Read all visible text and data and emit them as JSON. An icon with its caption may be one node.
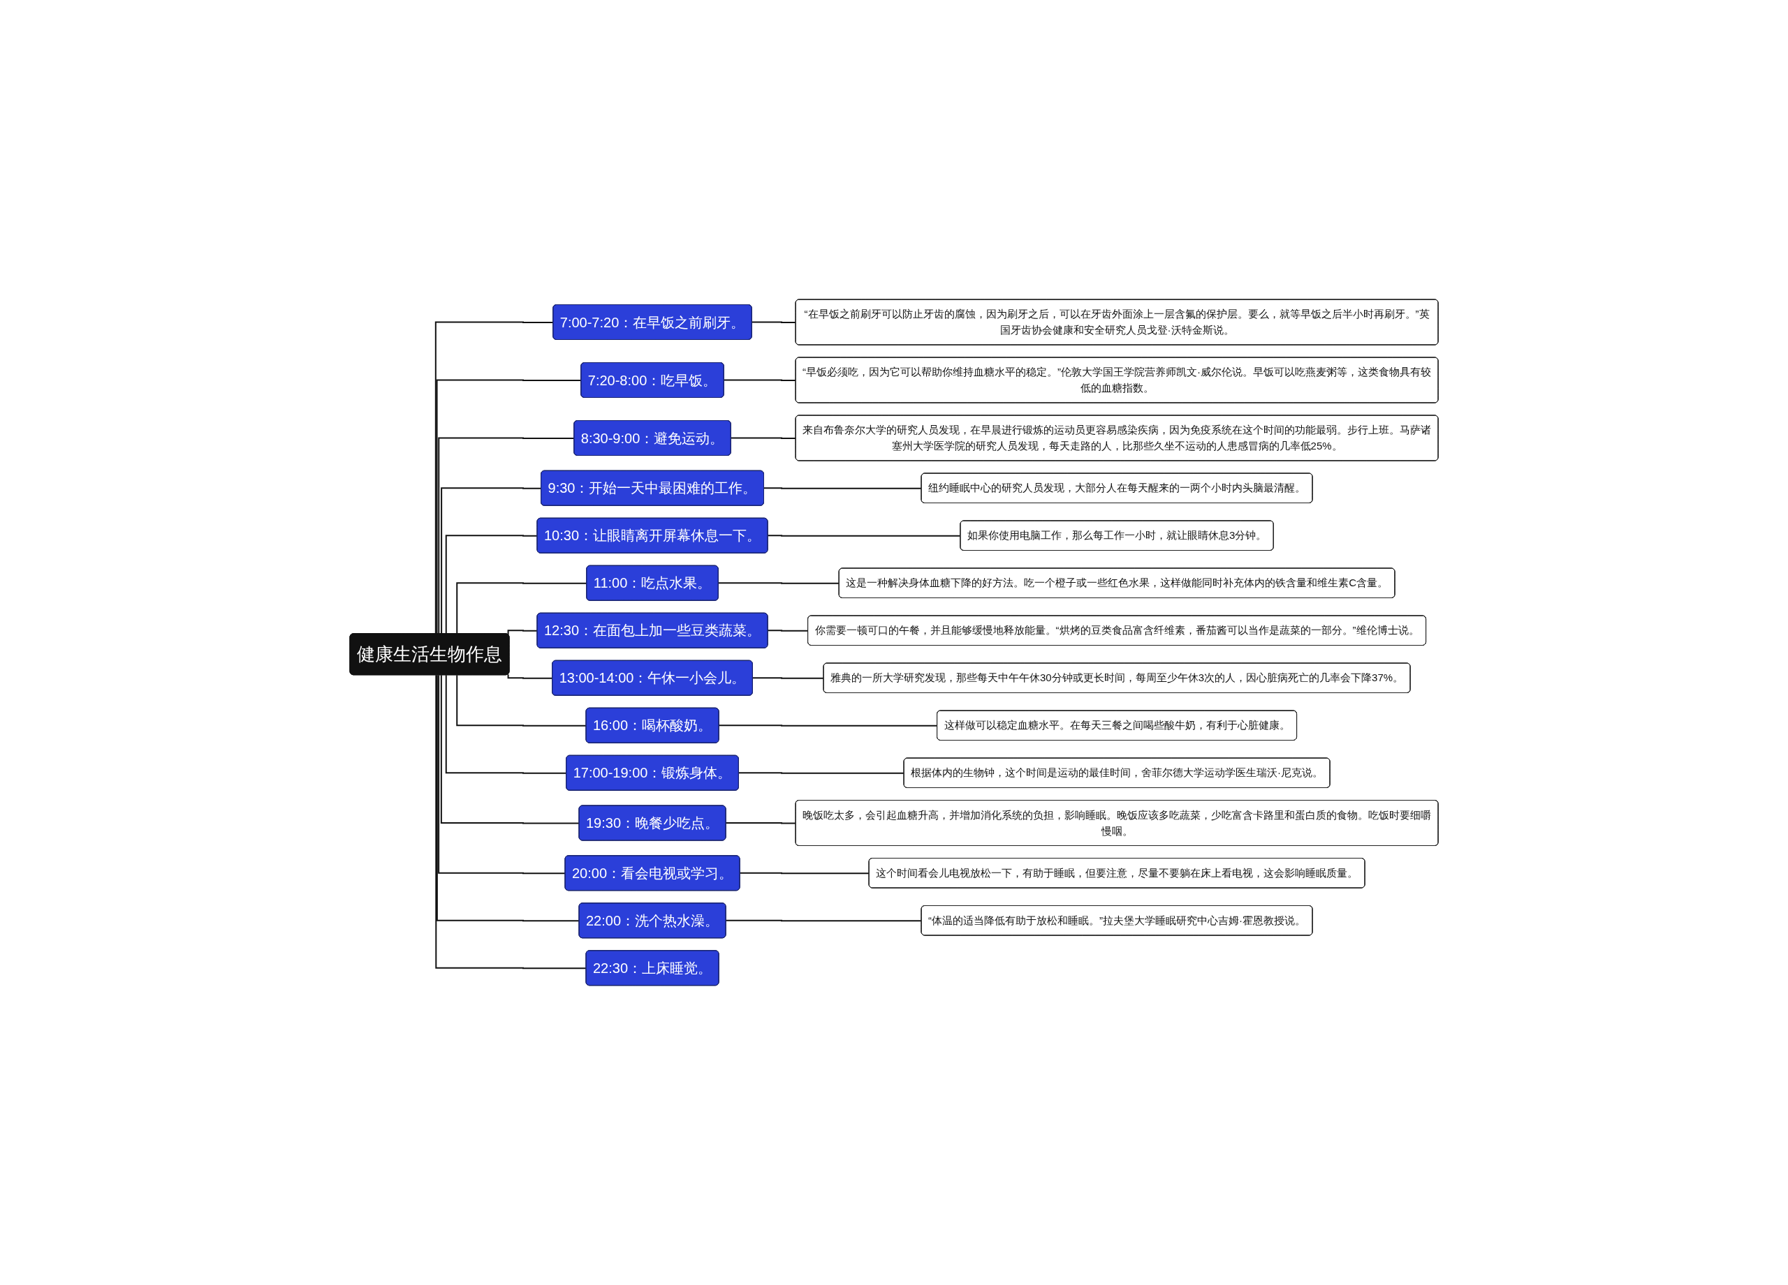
{
  "diagram": {
    "nodes": [
      {
        "text": [
          "健康生活生物作息"
        ]
      },
      {
        "text": [
          "7:00-7:20：在早饭之前刷牙。"
        ]
      },
      {
        "text": [
          "“在早饭之前刷牙可以防止牙齿的腐蚀，因为刷牙之后，可以在牙齿外面涂上一层含氟的保护层。要么，就等早饭之后半小时再刷牙。”英国牙齿协会健康和安全研究人员戈登·沃特金斯说。"
        ]
      },
      {
        "text": [
          "7:20-8:00：吃早饭。"
        ]
      },
      {
        "text": [
          "“早饭必须吃，因为它可以帮助你维持血糖水平的稳定。”伦敦大学国王学院营养师凯文·威尔伦说。早饭可以吃燕麦粥等，这类食物具有较低的血糖指数。"
        ]
      },
      {
        "text": [
          "8:30-9:00：避免运动。"
        ]
      },
      {
        "text": [
          "来自布鲁奈尔大学的研究人员发现，在早晨进行锻炼的运动员更容易感染疾病，因为免疫系统在这个时间的功能最弱。步行上班。马萨诸塞州大学医学院的研究人员发现，每天走路的人，比那些久坐不运动的人患感冒病的几率低25%。"
        ]
      },
      {
        "text": [
          "9:30：开始一天中最困难的工作。"
        ]
      },
      {
        "text": [
          "纽约睡眠中心的研究人员发现，大部分人在每天醒来的一两个小时内头脑最清醒。"
        ]
      },
      {
        "text": [
          "10:30：让眼睛离开屏幕休息一下。"
        ]
      },
      {
        "text": [
          "如果你使用电脑工作，那么每工作一小时，就让眼睛休息3分钟。"
        ]
      },
      {
        "text": [
          "11:00：吃点水果。"
        ]
      },
      {
        "text": [
          "这是一种解决身体血糖下降的好方法。吃一个橙子或一些红色水果，这样做能同时补充体内的铁含量和维生素C含量。"
        ]
      },
      {
        "text": [
          "12:30：在面包上加一些豆类蔬菜。"
        ]
      },
      {
        "text": [
          "你需要一顿可口的午餐，并且能够缓慢地释放能量。“烘烤的豆类食品富含纤维素，番茄酱可以当作是蔬菜的一部分。”维伦博士说。"
        ]
      },
      {
        "text": [
          "13:00-14:00：午休一小会儿。"
        ]
      },
      {
        "text": [
          "雅典的一所大学研究发现，那些每天中午午休30分钟或更长时间，每周至少午休3次的人，因心脏病死亡的几率会下降37%。"
        ]
      },
      {
        "text": [
          "16:00：喝杯酸奶。"
        ]
      },
      {
        "text": [
          "这样做可以稳定血糖水平。在每天三餐之间喝些酸牛奶，有利于心脏健康。"
        ]
      },
      {
        "text": [
          "17:00-19:00：锻炼身体。"
        ]
      },
      {
        "text": [
          "根据体内的生物钟，这个时间是运动的最佳时间，舍菲尔德大学运动学医生瑞沃·尼克说。"
        ]
      },
      {
        "text": [
          "19:30：晚餐少吃点。"
        ]
      },
      {
        "text": [
          "晚饭吃太多，会引起血糖升高，并增加消化系统的负担，影响睡眠。晚饭应该多吃蔬菜，少吃富含卡路里和蛋白质的食物。吃饭时要细嚼慢咽。"
        ]
      },
      {
        "text": [
          "20:00：看会电视或学习。"
        ]
      },
      {
        "text": [
          "这个时间看会儿电视放松一下，有助于睡眠，但要注意，尽量不要躺在床上看电视，这会影响睡眠质量。"
        ]
      },
      {
        "text": [
          "22:00：洗个热水澡。"
        ]
      },
      {
        "text": [
          "“体温的适当降低有助于放松和睡眠。”拉夫堡大学睡眠研究中心吉姆·霍恩教授说。"
        ]
      },
      {
        "text": [
          "22:30：上床睡觉。"
        ]
      }
    ],
    "edges": [
      {
        "from": 0,
        "to": 1,
        "arrow": "none"
      },
      {
        "from": 1,
        "to": 2,
        "arrow": "none"
      },
      {
        "from": 0,
        "to": 3,
        "arrow": "none"
      },
      {
        "from": 3,
        "to": 4,
        "arrow": "none"
      },
      {
        "from": 0,
        "to": 5,
        "arrow": "none"
      },
      {
        "from": 5,
        "to": 6,
        "arrow": "none"
      },
      {
        "from": 0,
        "to": 7,
        "arrow": "none"
      },
      {
        "from": 7,
        "to": 8,
        "arrow": "none"
      },
      {
        "from": 0,
        "to": 9,
        "arrow": "none"
      },
      {
        "from": 9,
        "to": 10,
        "arrow": "none"
      },
      {
        "from": 0,
        "to": 11,
        "arrow": "none"
      },
      {
        "from": 11,
        "to": 12,
        "arrow": "none"
      },
      {
        "from": 0,
        "to": 13,
        "arrow": "none"
      },
      {
        "from": 13,
        "to": 14,
        "arrow": "none"
      },
      {
        "from": 0,
        "to": 15,
        "arrow": "none"
      },
      {
        "from": 15,
        "to": 16,
        "arrow": "none"
      },
      {
        "from": 0,
        "to": 17,
        "arrow": "none"
      },
      {
        "from": 17,
        "to": 18,
        "arrow": "none"
      },
      {
        "from": 0,
        "to": 19,
        "arrow": "none"
      },
      {
        "from": 19,
        "to": 20,
        "arrow": "none"
      },
      {
        "from": 0,
        "to": 21,
        "arrow": "none"
      },
      {
        "from": 21,
        "to": 22,
        "arrow": "none"
      },
      {
        "from": 0,
        "to": 23,
        "arrow": "none"
      },
      {
        "from": 23,
        "to": 24,
        "arrow": "none"
      },
      {
        "from": 0,
        "to": 25,
        "arrow": "none"
      },
      {
        "from": 25,
        "to": 26,
        "arrow": "none"
      },
      {
        "from": 0,
        "to": 27,
        "arrow": "none"
      }
    ]
  }
}
